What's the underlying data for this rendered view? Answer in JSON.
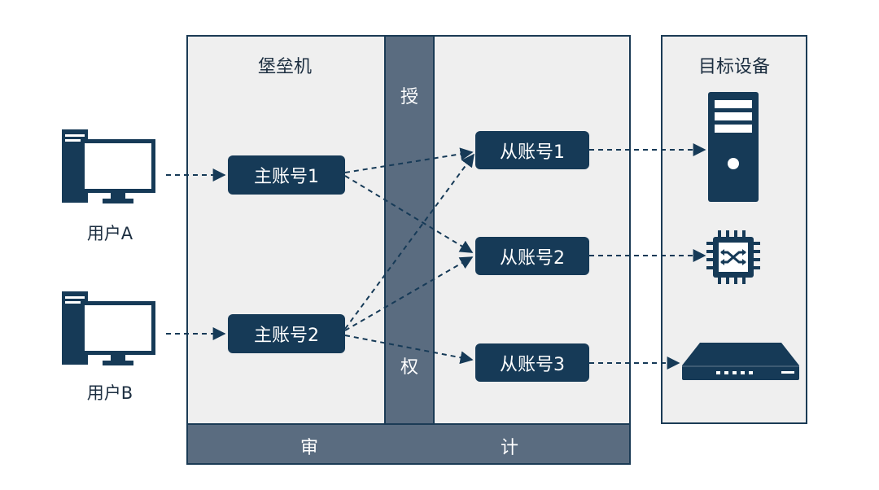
{
  "bastion": {
    "title": "堡垒机",
    "auth_top": "授",
    "auth_bottom": "权",
    "audit_left": "审",
    "audit_right": "计"
  },
  "targets": {
    "title": "目标设备",
    "devices": [
      "server-icon",
      "chip-icon",
      "network-appliance-icon"
    ]
  },
  "users": [
    {
      "label": "用户A",
      "icon": "computer-icon"
    },
    {
      "label": "用户B",
      "icon": "computer-icon"
    }
  ],
  "primary_accounts": [
    "主账号1",
    "主账号2"
  ],
  "secondary_accounts": [
    "从账号1",
    "从账号2",
    "从账号3"
  ],
  "colors": {
    "navy": "#163a57",
    "slate": "#5a6c80",
    "panel": "#efefef",
    "border": "#1b3b55"
  }
}
